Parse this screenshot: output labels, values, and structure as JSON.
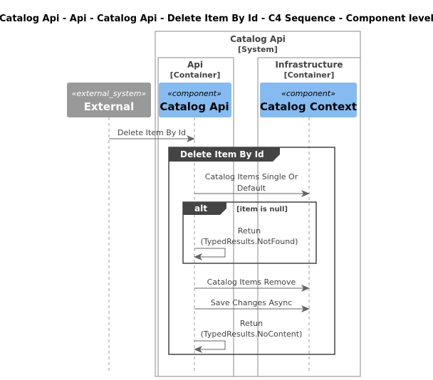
{
  "title": "Catalog Api - Api - Catalog Api - Delete Item By Id - C4 Sequence - Component level",
  "system": {
    "name": "Catalog Api",
    "type": "[System]"
  },
  "containers": [
    {
      "name": "Api",
      "type": "[Container]"
    },
    {
      "name": "Infrastructure",
      "type": "[Container]"
    }
  ],
  "participants": [
    {
      "stereotype": "«external_system»",
      "name": "External",
      "color": "#999999"
    },
    {
      "stereotype": "«component»",
      "name": "Catalog Api",
      "color": "#85bbf0"
    },
    {
      "stereotype": "«component»",
      "name": "Catalog Context",
      "color": "#85bbf0"
    }
  ],
  "messages": [
    {
      "label": "Delete Item By Id"
    },
    {
      "label_line1": "Catalog Items Single Or",
      "label_line2": "Default"
    },
    {
      "label_line1": "Retun",
      "label_line2": "(TypedResults.NotFound)"
    },
    {
      "label": "Catalog Items Remove"
    },
    {
      "label": "Save Changes Async"
    },
    {
      "label_line1": "Retun",
      "label_line2": "(TypedResults.NoContent)"
    }
  ],
  "group": {
    "label": "Delete Item By Id"
  },
  "alt": {
    "keyword": "alt",
    "condition": "[item is null]"
  },
  "colors": {
    "line": "#666666",
    "tab": "#444444",
    "border": "#888888"
  }
}
